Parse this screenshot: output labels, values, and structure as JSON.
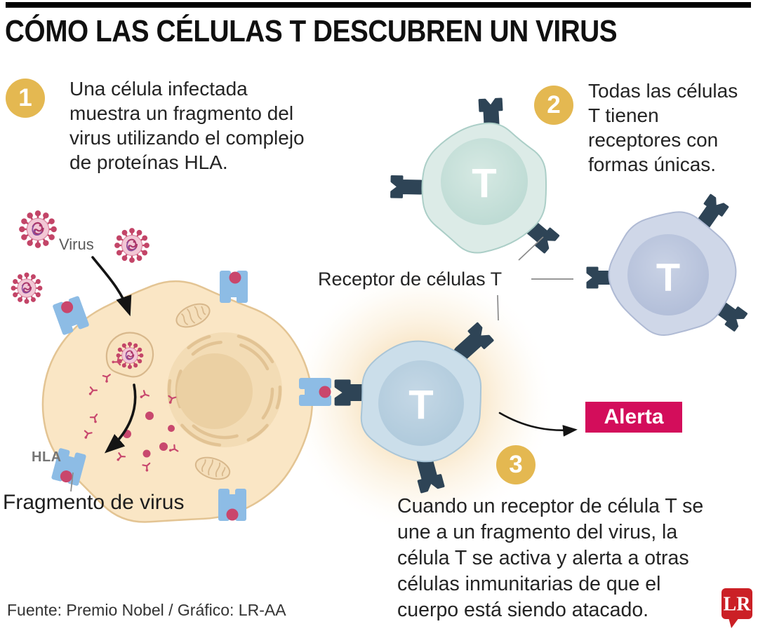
{
  "header": {
    "title": "CÓMO LAS CÉLULAS T DESCUBREN UN VIRUS"
  },
  "steps": [
    {
      "number": "1",
      "text": "Una célula infectada\nmuestra un fragmento del\nvirus utilizando el complejo\nde proteínas HLA."
    },
    {
      "number": "2",
      "text": "Todas las células\nT tienen\nreceptores con\nformas únicas."
    },
    {
      "number": "3",
      "text": "Cuando un receptor de célula T se\nune a un fragmento del virus, la\ncélula T se activa y alerta a otras\ncélulas inmunitarias de que el\ncuerpo está siendo atacado."
    }
  ],
  "labels": {
    "virus": "Virus",
    "hla": "HLA",
    "virus_fragment": "Fragmento de virus",
    "t_cell_receptor": "Receptor de células T",
    "alert": "Alerta",
    "t_letter": "T"
  },
  "footer": {
    "credit": "Fuente: Premio Nobel / Gráfico: LR-AA",
    "logo_text": "LR"
  },
  "colors": {
    "accent_gold": "#E4B851",
    "alert_bg": "#D30D5B",
    "logo_red": "#CB2026",
    "receptor_dark": "#2E4456",
    "hla_blue": "#8DBCE5",
    "virus_crimson": "#C34568",
    "cell_peach": "#FAE6C5",
    "t_cell_teal": "#DCEBE7",
    "t_cell_lavender": "#CFD7E8",
    "t_cell_blue": "#CBDEEA"
  }
}
